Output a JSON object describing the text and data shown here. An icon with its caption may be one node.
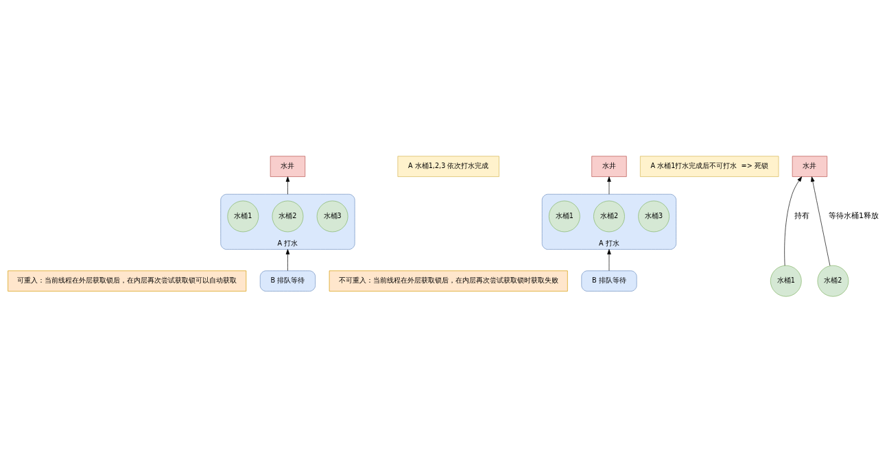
{
  "diagram": {
    "nodes": [
      {
        "text": [
          "可重入：当前线程在外层获取锁后，在内层再次尝试获取锁可以自动获取"
        ]
      },
      {
        "text": [
          "水井"
        ]
      },
      {
        "text": [
          "A 水桶1,2,3 依次打水完成"
        ]
      },
      {
        "text": [
          "A 打水"
        ]
      },
      {
        "text": [
          "水桶1"
        ],
        "in": 3
      },
      {
        "text": [
          "水桶2"
        ],
        "in": 3
      },
      {
        "text": [
          "水桶3"
        ],
        "in": 3
      },
      {
        "text": [
          "B 排队等待"
        ]
      },
      {
        "text": [
          "不可重入：当前线程在外层获取锁后，在内层再次尝试获取锁时获取失败"
        ]
      },
      {
        "text": [
          "水井"
        ]
      },
      {
        "text": [
          "A 打水"
        ]
      },
      {
        "text": [
          "水桶1"
        ],
        "in": 10
      },
      {
        "text": [
          "水桶2"
        ],
        "in": 10
      },
      {
        "text": [
          "水桶3"
        ],
        "in": 10
      },
      {
        "text": [
          "B 排队等待"
        ]
      },
      {
        "text": [
          "A 水桶1打水完成后不可打水  => 死锁"
        ]
      },
      {
        "text": [
          "水井"
        ]
      },
      {
        "text": [
          "水桶1"
        ]
      },
      {
        "text": [
          "水桶2"
        ]
      }
    ],
    "edges": [
      {
        "from": 3,
        "to": 1,
        "arrow": "to"
      },
      {
        "from": 7,
        "to": 3,
        "arrow": "to"
      },
      {
        "from": 10,
        "to": 9,
        "arrow": "to"
      },
      {
        "from": 14,
        "to": 10,
        "arrow": "to"
      },
      {
        "from": 17,
        "to": 16,
        "arrow": "to",
        "label": "持有"
      },
      {
        "from": 18,
        "to": 16,
        "arrow": "to",
        "label": "等待水桶1释放"
      }
    ]
  }
}
